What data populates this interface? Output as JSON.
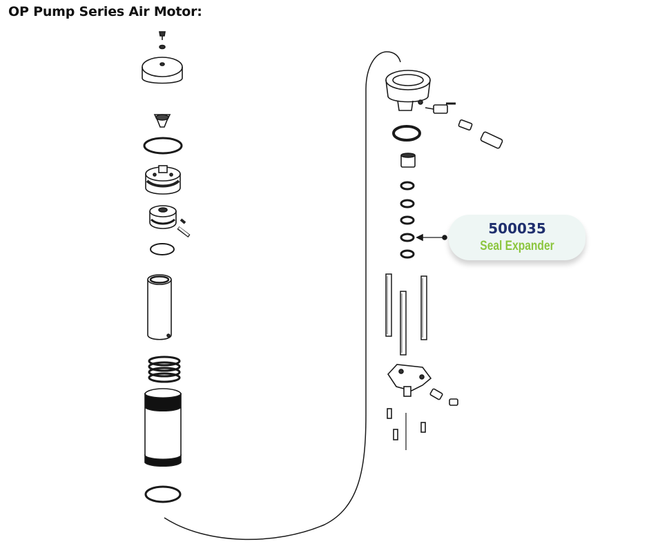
{
  "page": {
    "title": "OP Pump Series Air Motor:"
  },
  "callout": {
    "part_number": "500035",
    "part_name": "Seal Expander"
  },
  "colors": {
    "part_number": "#1f2f6e",
    "part_name": "#8cc63f",
    "callout_bg": "#eef6f4",
    "line": "#1a1a1a"
  }
}
